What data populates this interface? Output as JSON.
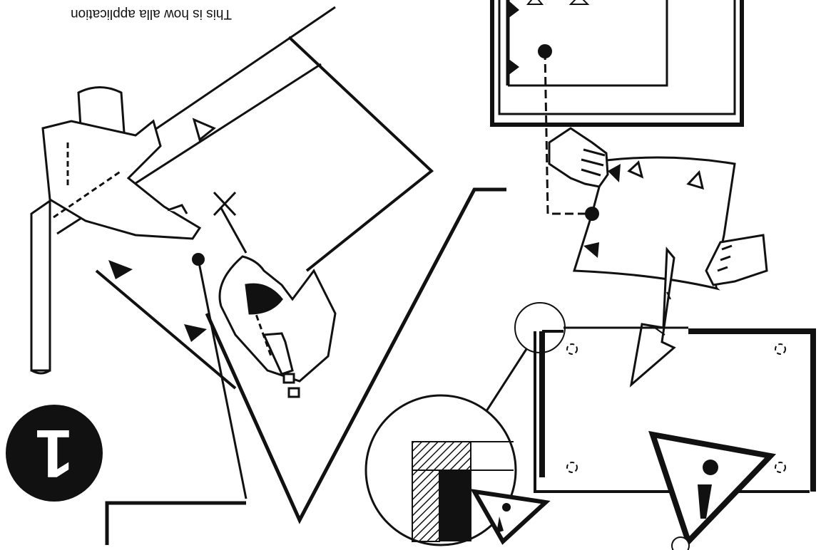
{
  "caption": "This is how alla application",
  "step_number": "1",
  "icons": {
    "step_badge": "step-number-badge",
    "warning_large": "warning-triangle-icon",
    "warning_small": "warning-triangle-icon",
    "rotate_arrows": "rotate-arrows-icon",
    "down_arrow": "down-arrow-icon",
    "marker_filled": "filled-triangle-marker",
    "marker_outline": "outline-triangle-marker"
  },
  "colors": {
    "ink": "#111111",
    "paper": "#ffffff"
  }
}
